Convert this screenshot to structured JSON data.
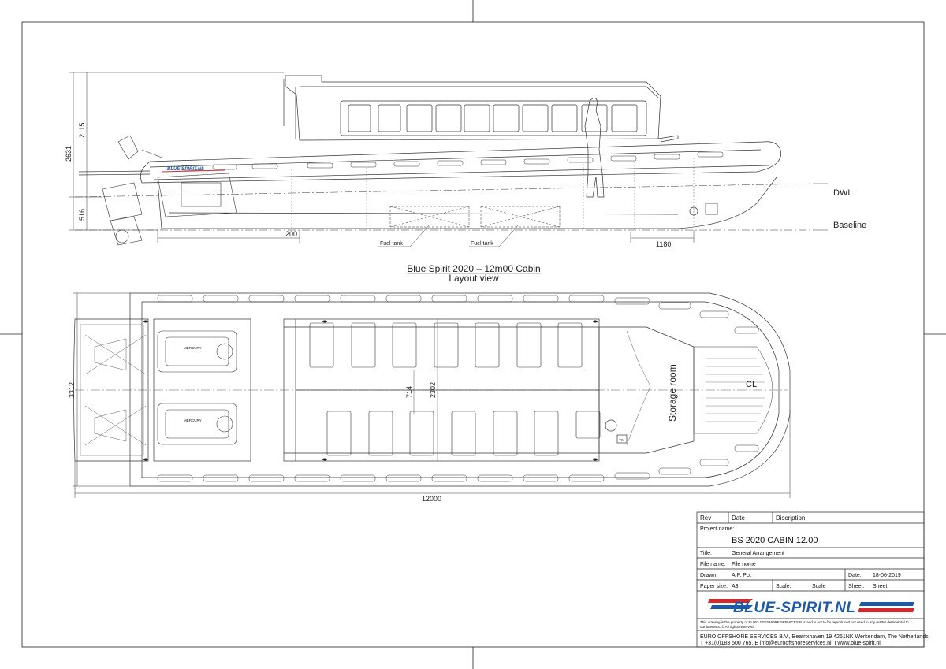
{
  "profile": {
    "dim_height_total": "2631",
    "dim_height_upper": "2115",
    "dim_height_lower": "516",
    "dim_200": "200",
    "dim_1180": "1180",
    "dwl_label": "DWL",
    "baseline_label": "Baseline",
    "fuel_tank_1": "Fuel tank",
    "fuel_tank_2": "Fuel tank",
    "hull_logo": "BLUE-SPIRIT.NL"
  },
  "view_title": "Blue Spirit 2020 – 12m00 Cabin",
  "view_subtitle": "Layout view",
  "plan": {
    "dim_beam": "3312",
    "dim_length": "12000",
    "dim_714": "714",
    "dim_2302": "2302",
    "storage_label": "Storage room",
    "cl_label": "CL",
    "engine_text_1": "MERCURY",
    "engine_text_2": "MERCURY",
    "helm_label": "TK"
  },
  "title_block": {
    "rev_label": "Rev",
    "date_label": "Date",
    "description_label": "Discription",
    "project_name_label": "Project name:",
    "project_name": "BS 2020 CABIN 12.00",
    "title_label": "Title:",
    "title_value": "General Arrangement",
    "file_name_label": "File name:",
    "file_name_value": "File nome",
    "drawn_label": "Drawn:",
    "drawn_value": "A.P. Pot",
    "date2_label": "Date:",
    "date2_value": "18-06-2019",
    "paper_size_label": "Paper size:",
    "paper_size_value": "A3",
    "scale_label": "Scale:",
    "scale_value": "Scale",
    "sheet_label": "Sheet:",
    "sheet_value": "Sheet",
    "logo_text": "BLUE-SPIRIT.NL",
    "disclaimer_1": "This drawing is the property of EURO OFFSHORE SERVICES B.V. and is not to be reproduced nor used in any matter detrimental to",
    "disclaimer_2": "our interests. © All rights reserved.",
    "company_line": "EURO OFFSHORE SERVICES B.V., Beatrixhaven 19 4251NK Werkendam, The Netherlands",
    "contact_line": "T +31(0)183 500 765, E info@eurooffshoreservices.nl, I www.blue-spirit.nl"
  },
  "colors": {
    "logo_red": "#d9272e",
    "logo_blue": "#1f5aa8",
    "line": "#222222"
  }
}
